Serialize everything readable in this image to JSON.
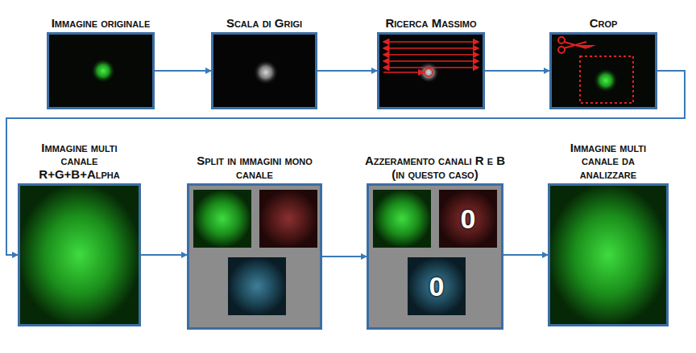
{
  "diagram": {
    "nodes": [
      {
        "text": [
          "Immagine originale"
        ]
      },
      {
        "text": [
          "Scala di Grigi"
        ]
      },
      {
        "text": [
          "Ricerca Massimo"
        ]
      },
      {
        "text": [
          "Crop"
        ]
      },
      {
        "text": [
          "Immagine multi canale R+G+B+Alpha"
        ]
      },
      {
        "text": [
          "Split in immagini mono canale"
        ]
      },
      {
        "text": [
          "Azzeramento canali R e B (in questo caso)"
        ]
      },
      {
        "text": [
          "Immagine multi canale da analizzare"
        ]
      }
    ],
    "edges": [
      {
        "from": 0,
        "to": 1,
        "arrow": "to"
      },
      {
        "from": 1,
        "to": 2,
        "arrow": "to"
      },
      {
        "from": 2,
        "to": 3,
        "arrow": "to"
      },
      {
        "from": 3,
        "to": 4,
        "arrow": "to"
      },
      {
        "from": 4,
        "to": 5,
        "arrow": "to"
      },
      {
        "from": 5,
        "to": 6,
        "arrow": "to"
      },
      {
        "from": 6,
        "to": 7,
        "arrow": "to"
      }
    ],
    "labels": [
      "0",
      "0"
    ]
  }
}
